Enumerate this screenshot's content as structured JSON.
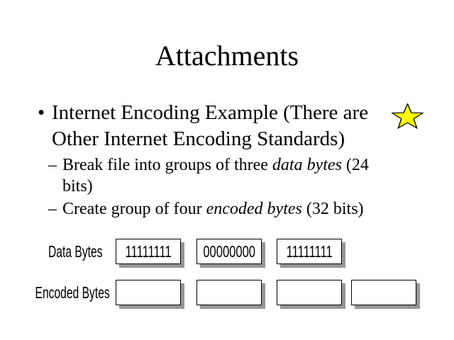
{
  "slide": {
    "title": "Attachments",
    "bullet": {
      "marker": "•",
      "line1": "Internet Encoding Example (There are",
      "line2": "Other Internet Encoding Standards)"
    },
    "sub_bullets": {
      "marker": "–",
      "first": {
        "line1_pre": "Break file into groups of three ",
        "line1_italic": "data bytes",
        "line1_post": " (24",
        "line2": "bits)"
      },
      "second": {
        "pre": "Create group of four ",
        "italic": "encoded bytes",
        "post": " (32 bits)"
      }
    },
    "rows": {
      "data": {
        "label": "Data Bytes",
        "boxes": [
          "11111111",
          "00000000",
          "11111111"
        ]
      },
      "encoded": {
        "label": "Encoded Bytes",
        "boxes": [
          "",
          "",
          "",
          ""
        ]
      }
    },
    "icons": {
      "star": "star-icon"
    },
    "colors": {
      "background": "#FFFFFF",
      "text": "#000000",
      "star_fill": "#FFFF00",
      "star_outline": "#000000",
      "box_fill": "#FFFFFF",
      "box_border": "#000000",
      "box_shadow": "#969696"
    }
  }
}
